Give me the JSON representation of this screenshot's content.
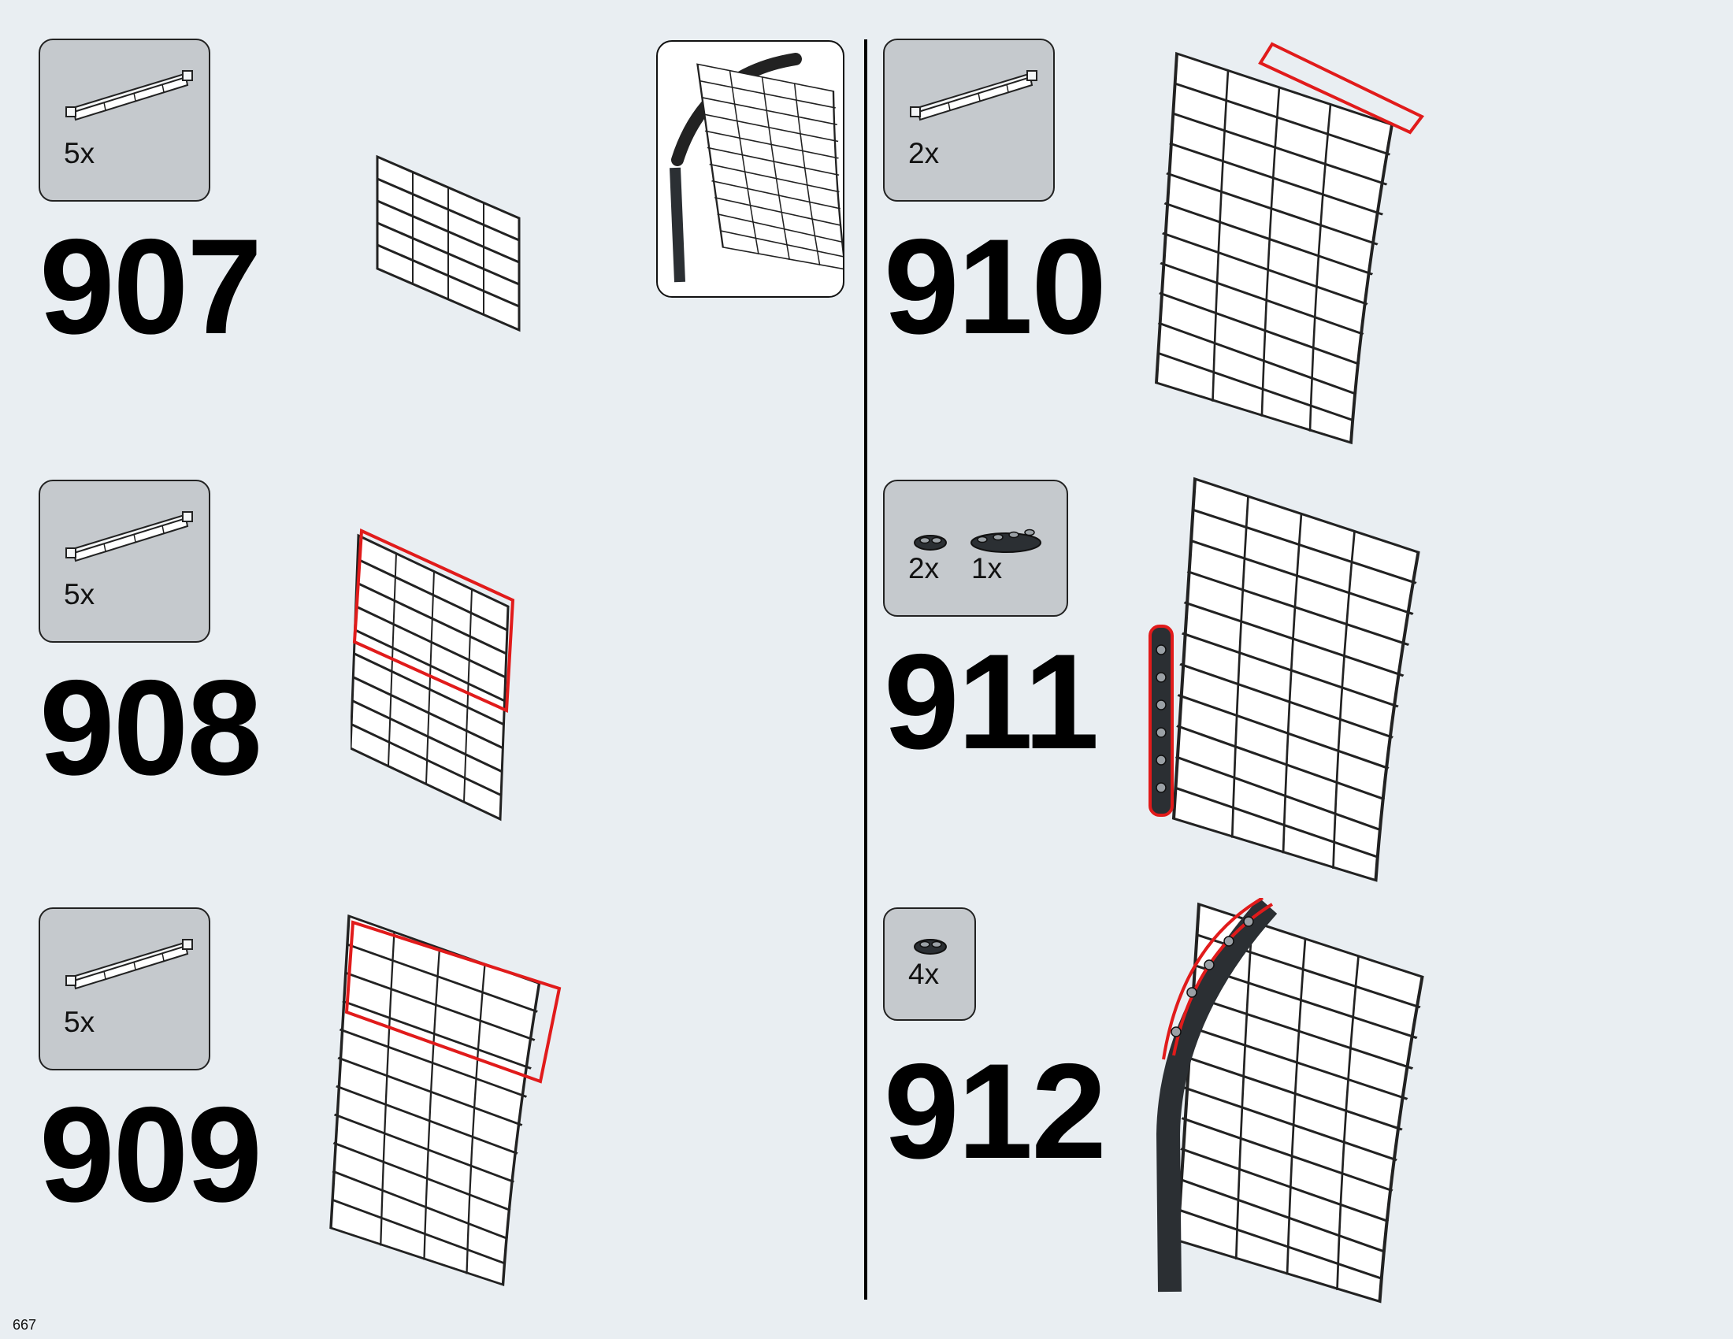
{
  "page_number": "667",
  "steps": [
    {
      "number": "907",
      "parts": [
        {
          "part": "window-glass-panel",
          "qty": "5x"
        }
      ]
    },
    {
      "number": "908",
      "parts": [
        {
          "part": "window-glass-panel",
          "qty": "5x"
        }
      ]
    },
    {
      "number": "909",
      "parts": [
        {
          "part": "window-glass-panel",
          "qty": "5x"
        }
      ]
    },
    {
      "number": "910",
      "parts": [
        {
          "part": "window-glass-panel",
          "qty": "2x"
        }
      ]
    },
    {
      "number": "911",
      "parts": [
        {
          "part": "plate-1x2",
          "qty": "2x"
        },
        {
          "part": "plate-1x4",
          "qty": "1x"
        }
      ]
    },
    {
      "number": "912",
      "parts": [
        {
          "part": "plate-1x2",
          "qty": "4x"
        }
      ]
    }
  ],
  "colors": {
    "background": "#e9eef2",
    "parts_box": "#c5c9cd",
    "highlight": "#e11b1b",
    "plate_dark": "#2b2f33"
  }
}
